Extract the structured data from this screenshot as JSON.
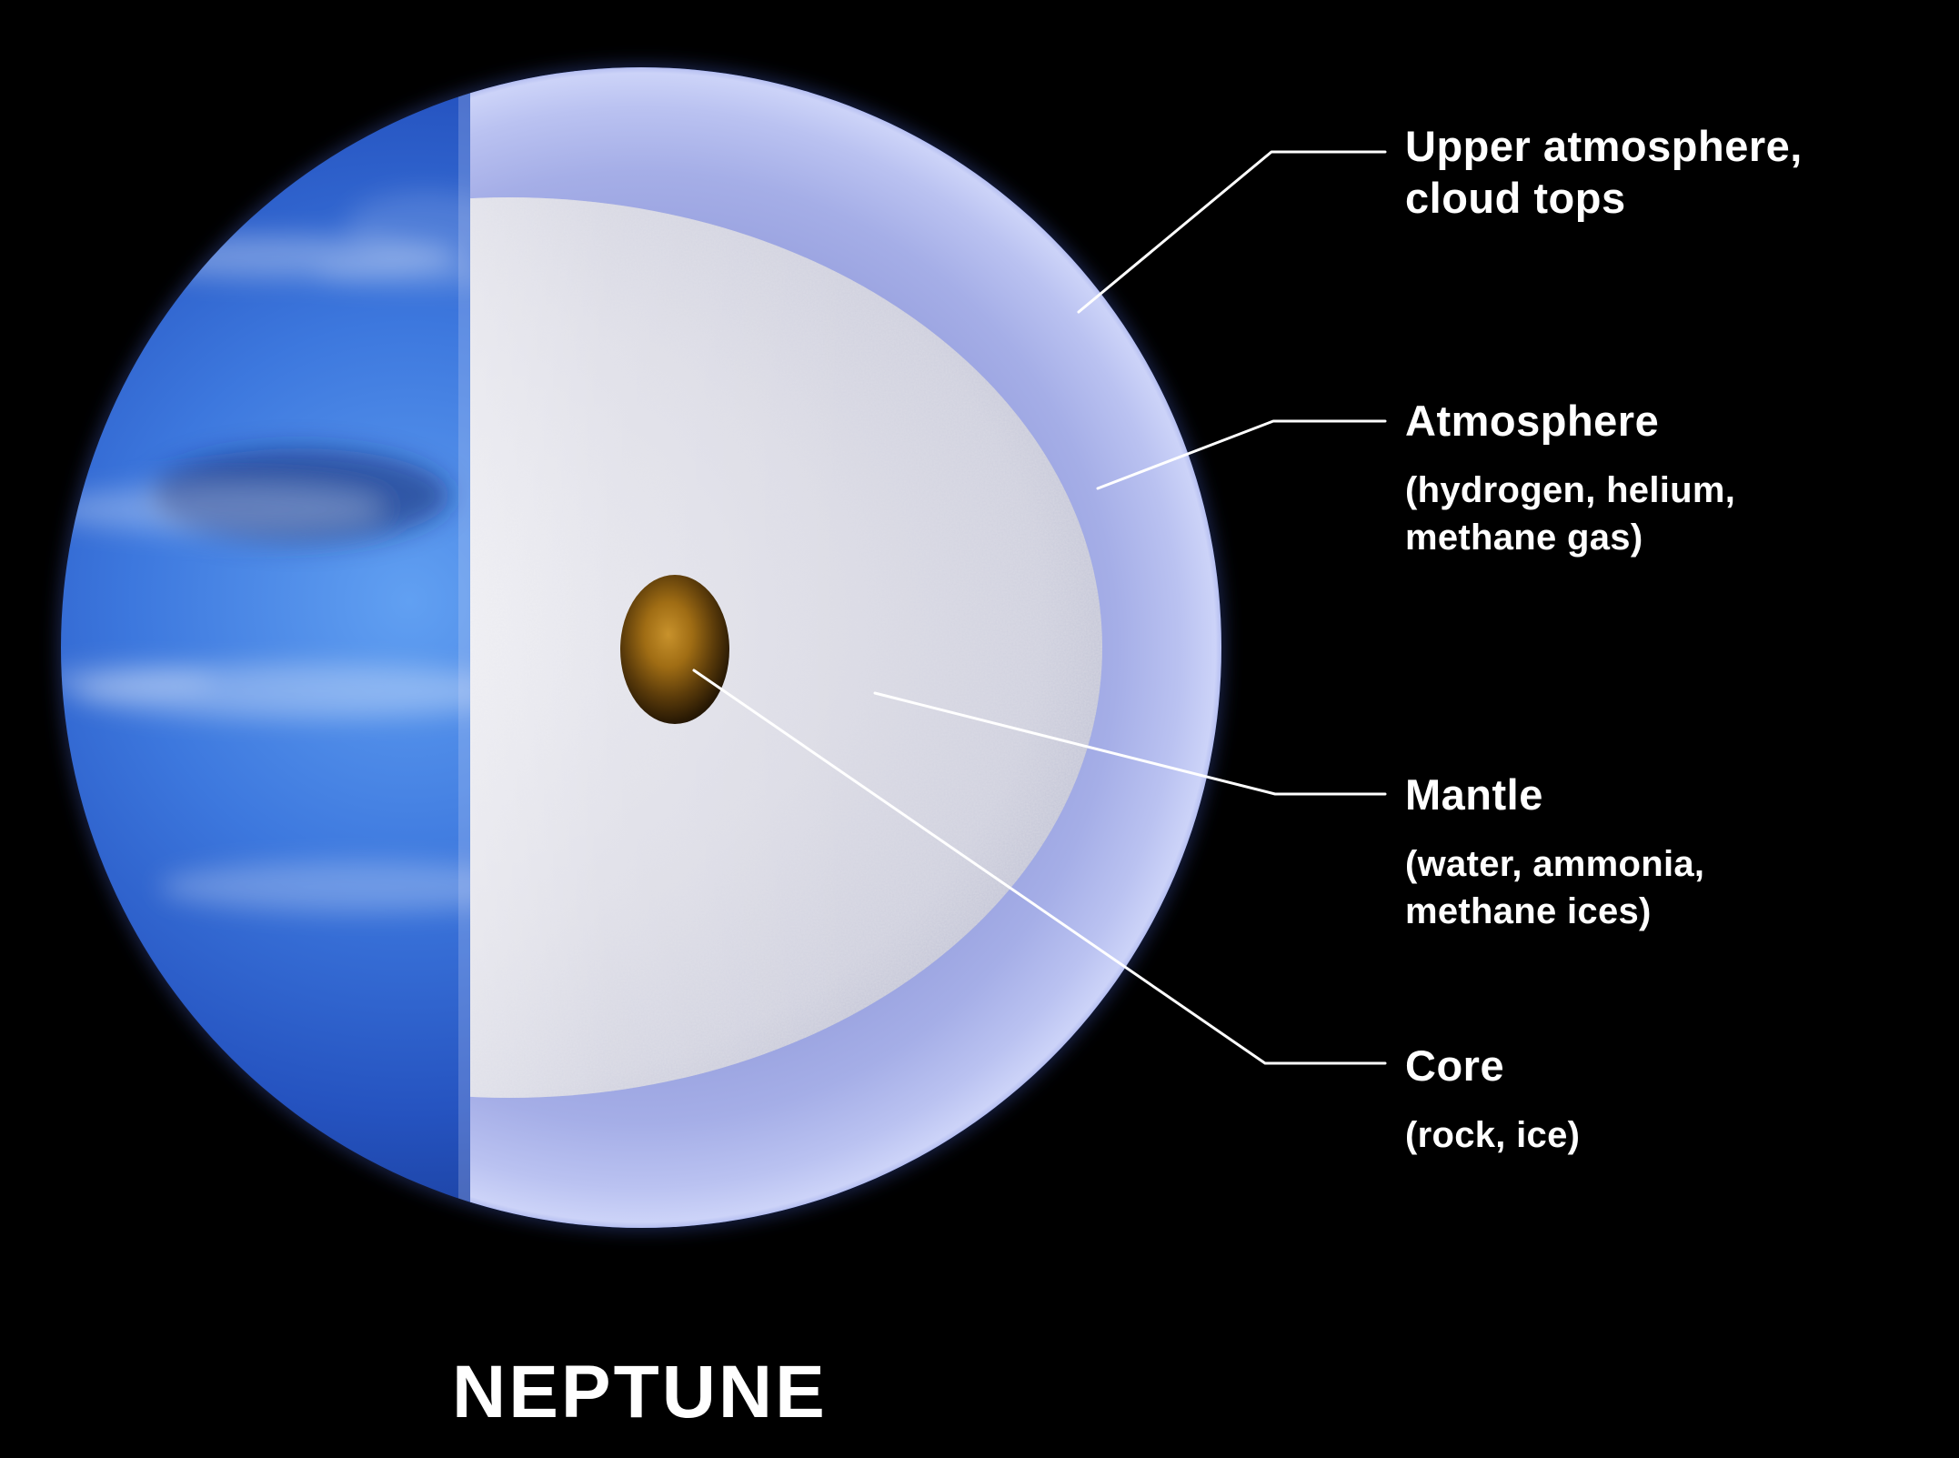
{
  "title": "NEPTUNE",
  "labels": {
    "upper_atmosphere": {
      "heading": "Upper atmosphere,\ncloud tops"
    },
    "atmosphere": {
      "heading": "Atmosphere",
      "sub": "(hydrogen, helium,\nmethane gas)"
    },
    "mantle": {
      "heading": "Mantle",
      "sub": "(water, ammonia,\nmethane ices)"
    },
    "core": {
      "heading": "Core",
      "sub": "(rock, ice)"
    }
  },
  "colors": {
    "background": "#000000",
    "text": "#ffffff",
    "line": "#ffffff",
    "planet_blue": "#2f63cc",
    "atmosphere_shell": "#a9b2ea",
    "mantle_ice": "#d8d8e2",
    "core_rock": "#96660f"
  }
}
